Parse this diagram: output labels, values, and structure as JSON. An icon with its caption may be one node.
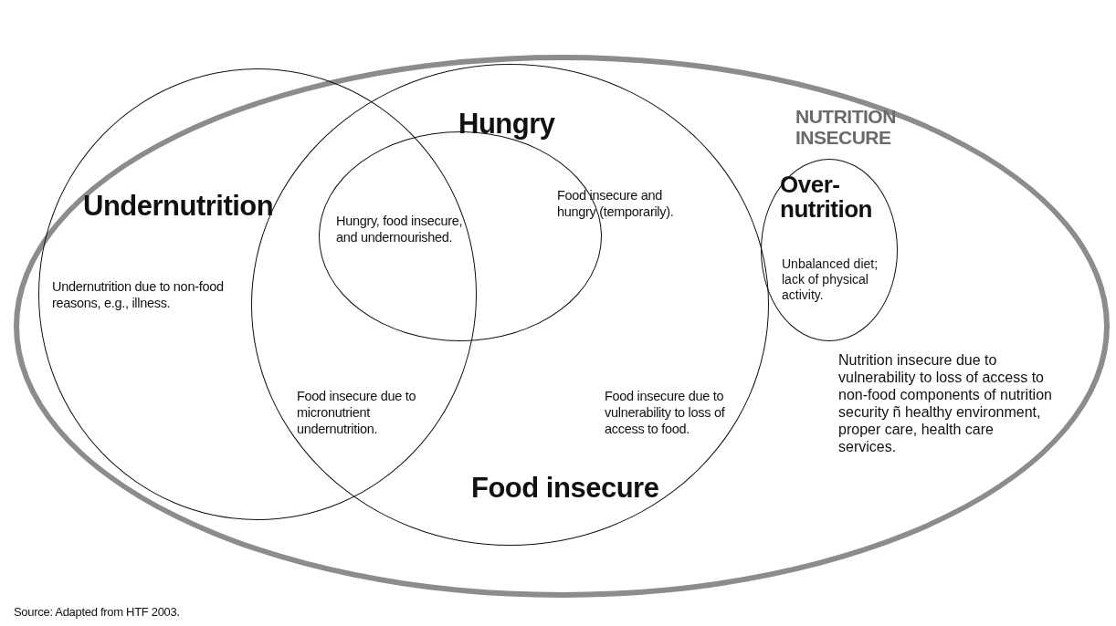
{
  "diagram": {
    "caption": "Source: Adapted from HTF 2003.",
    "nodes": [
      {
        "text": [
          "NUTRITION INSECURE",
          "Nutrition insecure due to vulnerability to loss of access to non-food components of nutrition security ñ healthy environment, proper care, health care services."
        ]
      },
      {
        "text": [
          "Undernutrition"
        ],
        "in": 0
      },
      {
        "text": [
          "Food insecure"
        ],
        "in": 0
      },
      {
        "text": [
          "Hungry"
        ],
        "in": 2
      },
      {
        "text": [
          "Over-nutrition",
          "Unbalanced diet; lack of physical activity."
        ],
        "in": 0
      }
    ],
    "edges": [],
    "labels": [
      "Undernutrition due to non-food reasons, e.g., illness.",
      "Hungry, food insecure, and undernourished.",
      "Food insecure and hungry (temporarily).",
      "Food insecure due to micronutrient undernutrition.",
      "Food insecure due to vulnerability to loss of access to food."
    ]
  }
}
